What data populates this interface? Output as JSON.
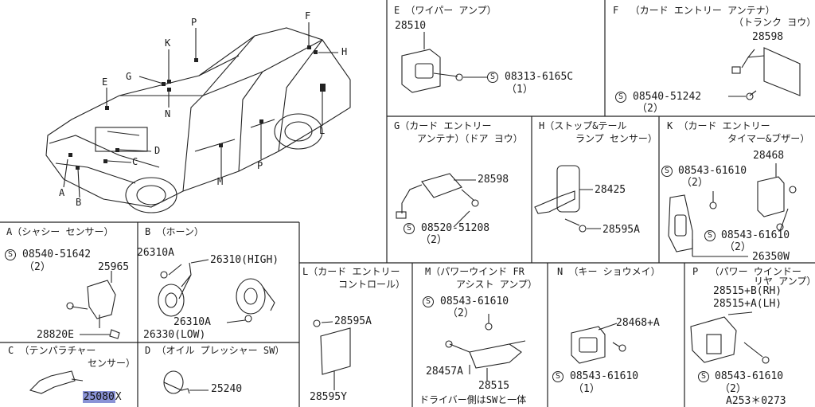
{
  "car_callouts": [
    "P",
    "K",
    "F",
    "H",
    "G",
    "E",
    "N",
    "D",
    "C",
    "L",
    "A",
    "B",
    "M",
    "P"
  ],
  "sections": {
    "E": {
      "title": "E （ワイパー アンプ）",
      "parts": [
        "28510"
      ],
      "screw": "08313-6165C",
      "qty": "（1）"
    },
    "F": {
      "title": "F  （カード エントリー アンテナ）",
      "subtitle": "（トランク ヨウ）",
      "parts": [
        "28598"
      ],
      "screw": "08540-51242",
      "qty": "（2）"
    },
    "G": {
      "title": "G（カード エントリー",
      "subtitle": "アンテナ）（ドア ヨウ）",
      "parts": [
        "28598"
      ],
      "screw": "08520-51208",
      "qty": "（2）"
    },
    "H": {
      "title": "H（ストップ&テール",
      "subtitle": "ランプ センサー）",
      "parts": [
        "28425",
        "28595A"
      ]
    },
    "K": {
      "title": "K （カード エントリー",
      "subtitle": "タイマー&ブザー）",
      "parts": [
        "28468",
        "26350W"
      ],
      "screw1": "08543-61610",
      "qty1": "（2）",
      "screw2": "08543-61610",
      "qty2": "（2）"
    },
    "A": {
      "title": "A（シャシー センサー）",
      "screw": "08540-51642",
      "qty": "（2）",
      "parts": [
        "25965",
        "28820E"
      ]
    },
    "B": {
      "title": "B （ホーン）",
      "parts": [
        "26310A",
        "26310(HIGH)",
        "26310A",
        "26330(LOW)"
      ]
    },
    "C": {
      "title": "C （テンパラチャー",
      "subtitle": "センサー）",
      "part_highlight": "25080",
      "part_suffix": "X"
    },
    "D": {
      "title": "D （オイル プレッシャー SW）",
      "parts": [
        "25240"
      ]
    },
    "L": {
      "title": "L（カード エントリー",
      "subtitle": "コントロール）",
      "parts": [
        "28595A",
        "28595Y"
      ]
    },
    "M": {
      "title": "M（パワーウインド FR",
      "subtitle": "アシスト アンプ）",
      "screw": "08543-61610",
      "qty": "（2）",
      "parts": [
        "28457A",
        "28515"
      ],
      "note": "ドライバー側はSWと一体"
    },
    "N": {
      "title": "N （キー ショウメイ）",
      "parts": [
        "28468+A"
      ],
      "screw": "08543-61610",
      "qty": "（1）"
    },
    "P": {
      "title": "P  （パワー ウインドー",
      "subtitle": "リヤ アンプ）",
      "parts": [
        "28515+B(RH)",
        "28515+A(LH)"
      ],
      "screw": "08543-61610",
      "qty": "（2）",
      "code": "A253＊0273"
    }
  },
  "symbol_s": "S"
}
